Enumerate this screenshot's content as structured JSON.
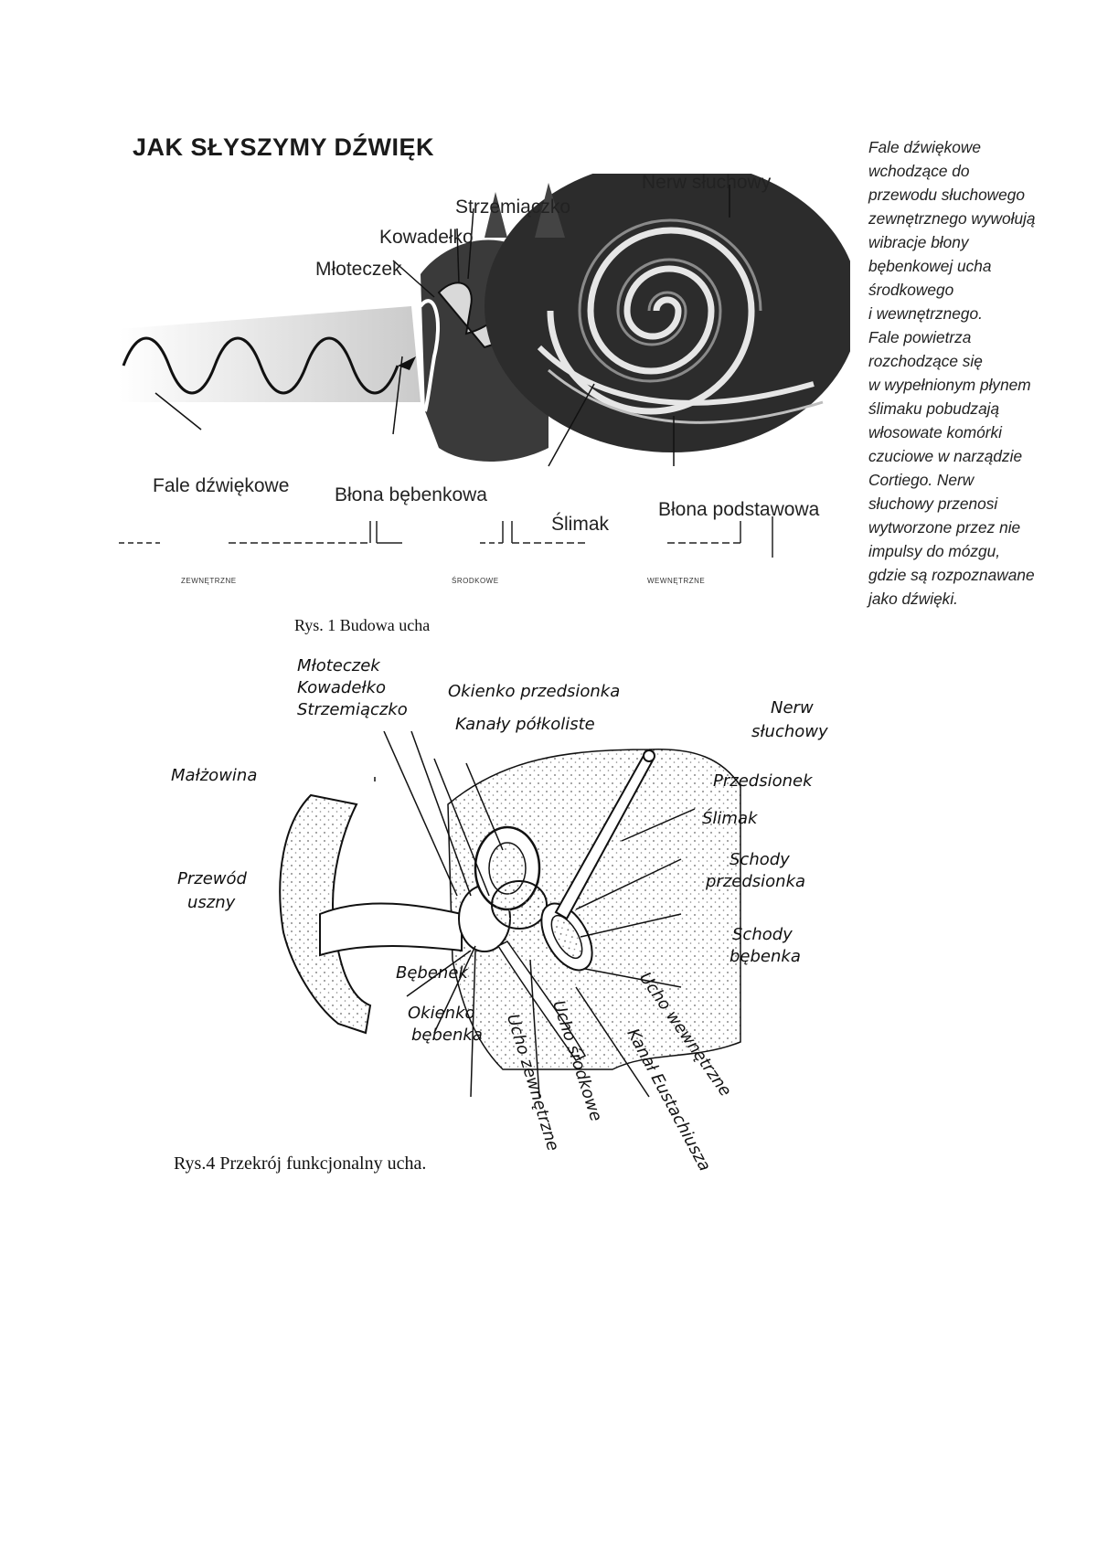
{
  "figure1": {
    "title": "JAK SŁYSZYMY DŹWIĘK",
    "labels": {
      "nerw_sluchowy": "Nerw słuchowy",
      "strzemiaczko": "Strzemiączko",
      "kowadelko": "Kowadełko",
      "mloteczek": "Młoteczek",
      "fale_dzwiekowe": "Fale dźwiękowe",
      "blona_bebenkowa": "Błona bębenkowa",
      "slimak": "Ślimak",
      "blona_podstawowa": "Błona podstawowa"
    },
    "sections": {
      "zewnetrzne": "ZEWNĘTRZNE",
      "srodkowe": "ŚRODKOWE",
      "wewnetrzne": "WEWNĘTRZNE"
    },
    "description_lines": [
      "Fale dźwiękowe",
      "wchodzące do",
      "przewodu słuchowego",
      "zewnętrznego wywołują",
      "wibracje błony",
      "bębenkowej ucha",
      "środkowego",
      "i wewnętrznego.",
      "Fale powietrza",
      "rozchodzące się",
      "w wypełnionym płynem",
      "ślimaku pobudzają",
      "włosowate komórki",
      "czuciowe w narządzie",
      "Cortiego. Nerw",
      "słuchowy przenosi",
      "wytworzone przez nie",
      "impulsy do mózgu,",
      "gdzie są rozpoznawane",
      "jako dźwięki."
    ],
    "caption": "Rys. 1 Budowa ucha"
  },
  "figure2": {
    "labels": {
      "mloteczek": "Młoteczek",
      "kowadelko": "Kowadełko",
      "strzemiaczko": "Strzemiączko",
      "okienko_przedsionka": "Okienko przedsionka",
      "kanaly_polkoliste": "Kanały półkoliste",
      "nerw": "Nerw",
      "sluchowy": "słuchowy",
      "malzowina": "Małżowina",
      "przedsionek": "Przedsionek",
      "slimak": "Ślimak",
      "schody_1": "Schody",
      "przedsionka": "przedsionka",
      "przewod": "Przewód",
      "uszny": "uszny",
      "schody_2": "Schody",
      "bebenka": "bębenka",
      "bebenek": "Bębenek",
      "okienko": "Okienko",
      "okienko_bebenka": "bębenka",
      "ucho_zewnetrzne": "Ucho zewnętrzne",
      "ucho_srodkowe": "Ucho środkowe",
      "kanal_eustachiusza": "Kanał Eustachiusza",
      "ucho_wewnetrzne": "Ucho wewnętrzne"
    },
    "caption": "Rys.4 Przekrój funkcjonalny ucha."
  },
  "colors": {
    "ink": "#111111",
    "dark_fill": "#2a2a2a",
    "speckle": "#bbbbbb"
  }
}
